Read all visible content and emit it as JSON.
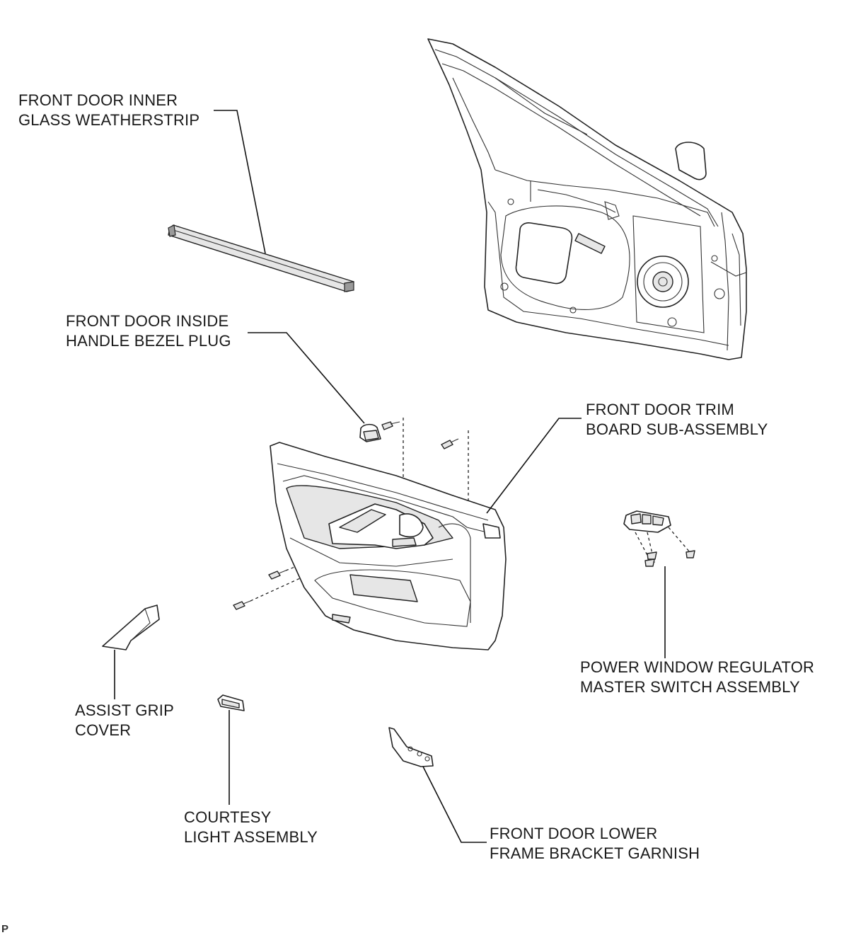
{
  "callouts": {
    "inner_weatherstrip": [
      "FRONT DOOR INNER",
      "GLASS WEATHERSTRIP"
    ],
    "bezel_plug": [
      "FRONT DOOR INSIDE",
      "HANDLE BEZEL PLUG"
    ],
    "trim_board": [
      "FRONT DOOR TRIM",
      "BOARD SUB-ASSEMBLY"
    ],
    "master_switch": [
      "POWER WINDOW REGULATOR",
      "MASTER SWITCH ASSEMBLY"
    ],
    "assist_grip_cover": [
      "ASSIST GRIP",
      "COVER"
    ],
    "courtesy_light": [
      "COURTESY",
      "LIGHT ASSEMBLY"
    ],
    "lower_frame_garnish": [
      "FRONT DOOR LOWER",
      "FRAME BRACKET GARNISH"
    ]
  },
  "figure_code": "P"
}
